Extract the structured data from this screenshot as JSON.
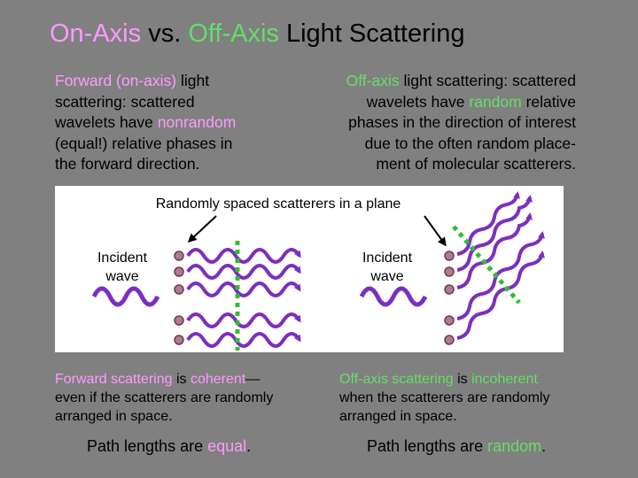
{
  "title": {
    "part1": "On-Axis",
    "part2": " vs. ",
    "part3": "Off-Axis",
    "part4": " Light Scattering"
  },
  "left_text": {
    "l1a": "Forward (on-axis)",
    "l1b": " light",
    "l2": "scattering:  scattered",
    "l3a": "wavelets have ",
    "l3b": "nonrandom",
    "l4": "(equal!) relative phases in",
    "l5": "the forward direction."
  },
  "right_text": {
    "r1a": "Off-axis",
    "r1b": " light scattering:  scattered",
    "r2a": "wavelets have ",
    "r2b": "random",
    "r2c": " relative",
    "r3": "phases in the direction of interest",
    "r4": "due to the often random place-",
    "r5": "ment of molecular scatterers."
  },
  "diagram": {
    "label_top": "Randomly spaced scatterers in a plane",
    "incident_left_1": "Incident",
    "incident_left_2": "wave",
    "incident_right_1": "Incident",
    "incident_right_2": "wave"
  },
  "bottom_left": {
    "c1a": "Forward scattering",
    "c1b": " is ",
    "c1c": "coherent",
    "c1d": "—",
    "c2": "even if the scatterers are randomly",
    "c3": "arranged in space.",
    "path_a": "Path lengths are ",
    "path_b": "equal",
    "path_c": "."
  },
  "bottom_right": {
    "c1a": "Off-axis scattering",
    "c1b": " is ",
    "c1c": "incoherent",
    "c2": "when the scatterers are randomly",
    "c3": "arranged in space.",
    "path_a": "Path lengths are ",
    "path_b": "random",
    "path_c": "."
  },
  "colors": {
    "background": "#808080",
    "highlight_pink": "#ff99ff",
    "highlight_green": "#66dd66",
    "wave_purple": "#7b2fbf",
    "dashed_green": "#33bb33",
    "scatterer": "#b07a90"
  }
}
